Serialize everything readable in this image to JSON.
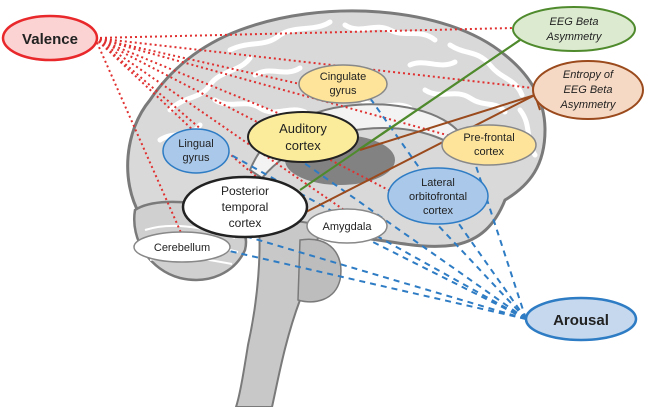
{
  "valence": {
    "label": "Valence",
    "color": "#e8282b",
    "fill": "#fbd3d3"
  },
  "arousal": {
    "label": "Arousal",
    "color": "#2e7cc4",
    "fill": "#c5d8ee"
  },
  "eeg_beta_asymmetry": {
    "lines": [
      "EEG Beta",
      "Asymmetry"
    ],
    "color": "#4f8a2d",
    "fill": "#dcebd0"
  },
  "entropy_eeg_beta_asymmetry": {
    "lines": [
      "Entropy of",
      "EEG Beta",
      "Asymmetry"
    ],
    "color": "#9a4a1c",
    "fill": "#f6d9c4"
  },
  "regions": {
    "cingulate_gyrus": {
      "lines": [
        "Cingulate",
        "gyrus"
      ],
      "fill": "#fde49a"
    },
    "auditory_cortex": {
      "lines": [
        "Auditory",
        "cortex"
      ],
      "fill": "#fbec9b"
    },
    "prefrontal_cortex": {
      "lines": [
        "Pre-frontal",
        "cortex"
      ],
      "fill": "#fde49a"
    },
    "lingual_gyrus": {
      "lines": [
        "Lingual",
        "gyrus"
      ],
      "fill": "#a9c8ea"
    },
    "lateral_orbitofrontal_cortex": {
      "lines": [
        "Lateral",
        "orbitofrontal",
        "cortex"
      ],
      "fill": "#a9c8ea"
    },
    "posterior_temporal_cortex": {
      "lines": [
        "Posterior",
        "temporal",
        "cortex"
      ],
      "fill": "#ffffff"
    },
    "amygdala": {
      "lines": [
        "Amygdala"
      ],
      "fill": "#ffffff"
    },
    "cerebellum": {
      "lines": [
        "Cerebellum"
      ],
      "fill": "#ffffff"
    }
  }
}
